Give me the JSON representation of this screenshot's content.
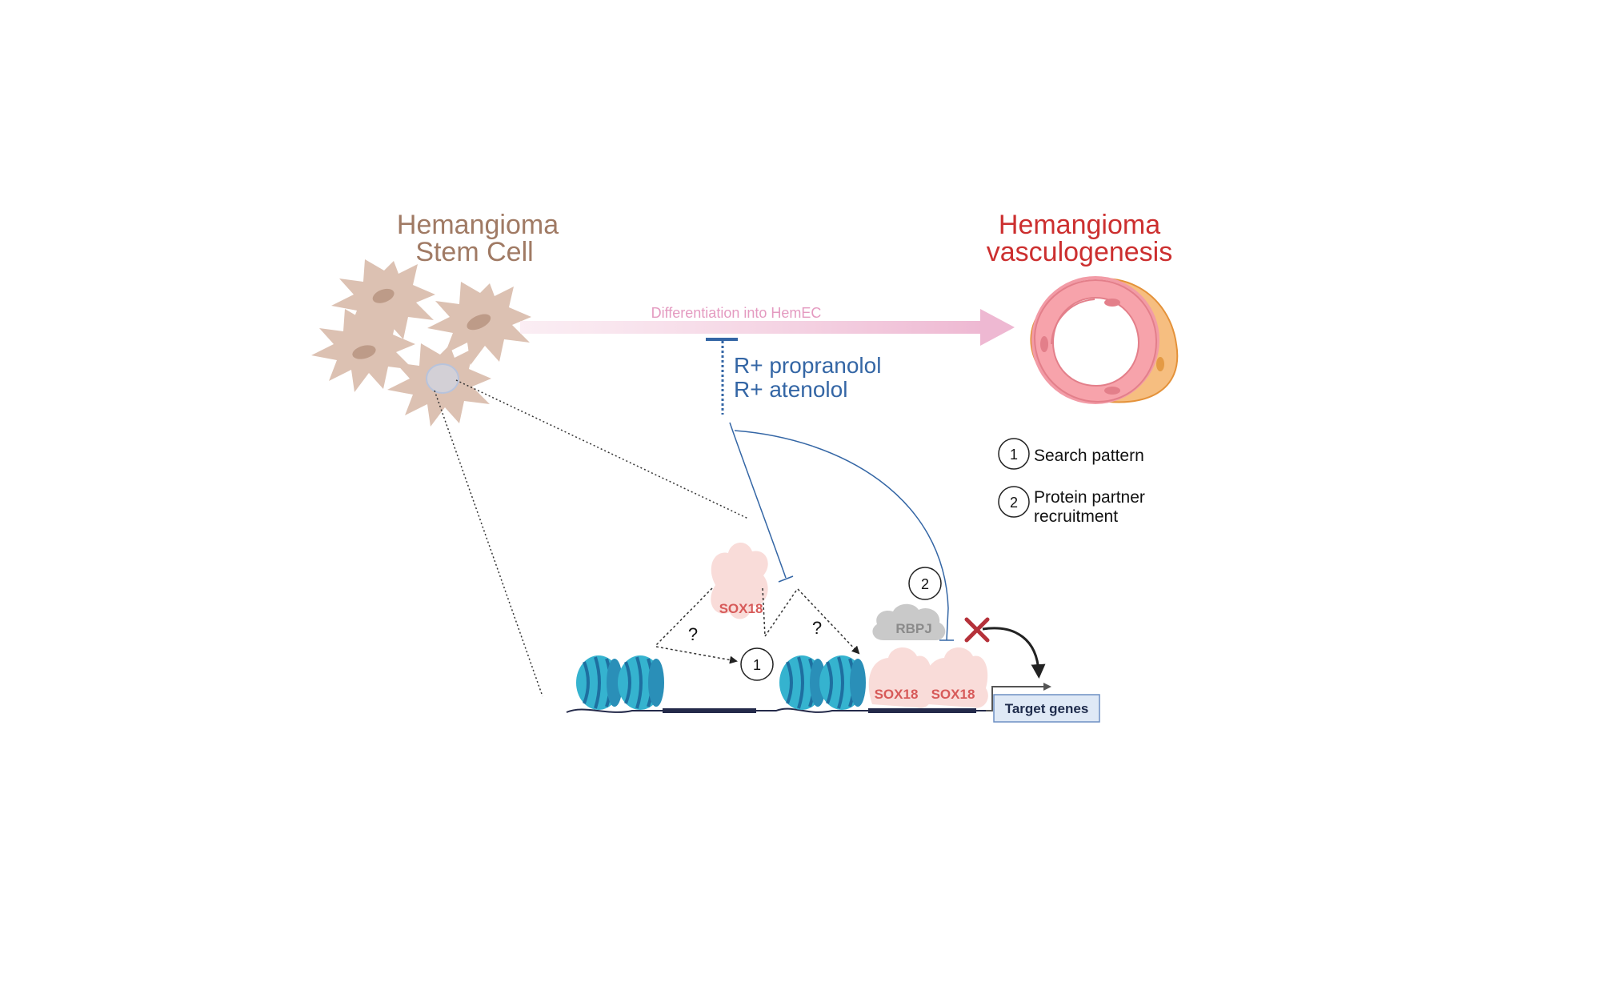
{
  "titles": {
    "stem_cell": [
      "Hemangioma",
      "Stem Cell"
    ],
    "vasculogenesis": [
      "Hemangioma",
      "vasculogenesis"
    ]
  },
  "arrow": {
    "label": "Differentiation into HemEC"
  },
  "drugs": [
    "R+ propranolol",
    "R+ atenolol"
  ],
  "legend": {
    "items": [
      {
        "num": "1",
        "lines": [
          "Search pattern"
        ]
      },
      {
        "num": "2",
        "lines": [
          "Protein partner",
          "recruitment"
        ]
      }
    ]
  },
  "proteins": {
    "sox18": "SOX18",
    "rbpj": "RBPJ"
  },
  "markers": {
    "question": "?",
    "step1": "1",
    "step2": "2"
  },
  "target_genes": "Target genes",
  "colors": {
    "stem_title": "#a07a64",
    "vasc_title": "#cc2f2f",
    "arrow": "#eeb8d2",
    "arrow_text": "#e49ac0",
    "drug": "#3466a5",
    "cell_fill": "#dcc1b2",
    "nucleus": "#bd9b88",
    "nucleosome": "#35b3cf",
    "dna": "#242a4a",
    "sox18_fill": "#f9dcd9",
    "sox18_text": "#d75a59",
    "rbpj_fill": "#c9c9c9",
    "rbpj_text": "#8b8b8b",
    "block_x": "#b5313a",
    "target_box": "#dfe9f6",
    "target_border": "#6d8fc3"
  },
  "icons": [
    "stem-cell-icon",
    "blood-vessel-icon",
    "nucleosome-icon",
    "sox18-protein-icon",
    "rbpj-protein-icon",
    "block-x-icon",
    "activation-arrow-icon"
  ]
}
